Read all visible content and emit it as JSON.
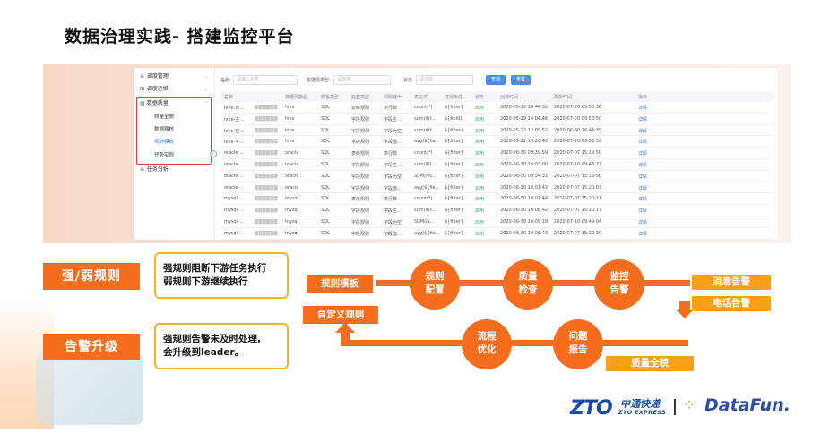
{
  "slide_title": "数据治理实践- 搭建监控平台",
  "sidebar": {
    "items": [
      {
        "label": "调度管理",
        "icon": "schedule-icon"
      },
      {
        "label": "调度运维",
        "icon": "ops-icon"
      },
      {
        "label": "数据质量",
        "icon": "quality-icon"
      },
      {
        "label": "任务分析",
        "icon": "analysis-icon"
      }
    ],
    "sub_items": [
      "质量全貌",
      "数据稽核",
      "规则模板",
      "任务实例"
    ],
    "active_sub": "规则模板"
  },
  "filters": {
    "name_label": "名称:",
    "name_placeholder": "请输入名称",
    "dbtype_label": "数据源类型:",
    "dbtype_placeholder": "请选择",
    "status_label": "状态:",
    "status_placeholder": "请选择",
    "query_label": "查询",
    "reset_label": "重置"
  },
  "table": {
    "headers": [
      "名称",
      "",
      "数据源类型",
      "模板类型",
      "检查类型",
      "规则输出",
      "表达式",
      "过滤条件",
      "状态",
      "创建时间",
      "更新时间",
      "操作"
    ],
    "rows": [
      [
        "hive-表...",
        "██████",
        "hive",
        "SQL",
        "表级规则",
        "表行数",
        "count(*)",
        "${filter}",
        "启用",
        "2020-05-22 10:44:32",
        "2020-07-20 09:56:36",
        "详情"
      ],
      [
        "hive-主...",
        "██████",
        "hive",
        "SQL",
        "字段规则",
        "字段主...",
        "sum(if(t...",
        "${field}",
        "启用",
        "2020-05-29 14:04:46",
        "2020-07-20 09:58:50",
        "详情"
      ],
      [
        "hive-空...",
        "██████",
        "hive",
        "SQL",
        "字段规则",
        "字段为空",
        "sum(if(t...",
        "${filter}",
        "启用",
        "2020-05-22 13:09:52",
        "2020-06-30 16:44:39",
        "详情"
      ],
      [
        "hive-平...",
        "██████",
        "hive",
        "SQL",
        "字段规则",
        "字段值...",
        "avg(${fie...",
        "${filter}",
        "启用",
        "2020-05-22 13:26:43",
        "2020-07-20 09:58:52",
        "详情"
      ],
      [
        "oracle-...",
        "██████",
        "oracle",
        "SQL",
        "表级规则",
        "表行数",
        "count(*)",
        "${filter}",
        "启用",
        "2020-06-30 09:39:59",
        "2020-07-07 15:19:50",
        "详情"
      ],
      [
        "oracle-...",
        "██████",
        "oracle",
        "SQL",
        "字段规则",
        "字段主...",
        "sum(if(t...",
        "${filter}",
        "启用",
        "2020-06-30 10:03:00",
        "2020-07-10 09:43:22",
        "详情"
      ],
      [
        "oracle-...",
        "██████",
        "oracle",
        "SQL",
        "字段规则",
        "字段为空",
        "SUM(NV...",
        "${filter}",
        "启用",
        "2020-06-30 09:54:33",
        "2020-07-07 15:19:58",
        "详情"
      ],
      [
        "oracle-...",
        "██████",
        "oracle",
        "SQL",
        "字段规则",
        "字段值...",
        "avg(${fie...",
        "${filter}",
        "启用",
        "2020-06-30 10:01:43",
        "2020-07-07 15:20:03",
        "详情"
      ],
      [
        "mysql-...",
        "██████",
        "mysql",
        "SQL",
        "表级规则",
        "表行数",
        "count(*)",
        "${filter}",
        "启用",
        "2020-06-30 10:07:44",
        "2020-07-07 15:20:11",
        "详情"
      ],
      [
        "mysql-...",
        "██████",
        "mysql",
        "SQL",
        "字段规则",
        "字段主...",
        "sum(if(t...",
        "${filter}",
        "启用",
        "2020-06-30 10:08:42",
        "2020-07-07 15:20:17",
        "详情"
      ],
      [
        "mysql-...",
        "██████",
        "mysql",
        "SQL",
        "字段规则",
        "字段为空",
        "SUM(IS...",
        "${filter}",
        "启用",
        "2020-06-30 10:09:18",
        "2020-07-10 09:49:04",
        "详情"
      ],
      [
        "mysql-...",
        "██████",
        "mysql",
        "SQL",
        "字段规则",
        "字段值...",
        "avg(${fie...",
        "${filter}",
        "启用",
        "2020-06-30 10:09:43",
        "2020-07-07 15:20:30",
        "详情"
      ]
    ]
  },
  "tags": {
    "strong_weak": "强/弱规则",
    "alert_upgrade": "告警升级"
  },
  "notes": {
    "strong_weak_line1": "强规则阻断下游任务执行",
    "strong_weak_line2": "弱规则下游继续执行",
    "alert_line1": "强规则告警未及时处理,",
    "alert_line2": "会升级到leader。"
  },
  "flow": {
    "rule_template": "规则模板",
    "custom_rule": "自定义规则",
    "circles_top": [
      {
        "line1": "规则",
        "line2": "配置"
      },
      {
        "line1": "质量",
        "line2": "检查"
      },
      {
        "line1": "监控",
        "line2": "告警"
      }
    ],
    "circles_bottom": [
      {
        "line1": "流程",
        "line2": "优化"
      },
      {
        "line1": "问题",
        "line2": "报告"
      }
    ],
    "msg_alert": "消息告警",
    "phone_alert": "电话告警",
    "quality_overview": "质量全貌"
  },
  "logos": {
    "zto_mark": "ZTO",
    "zto_cn": "中通快递",
    "zto_en": "ZTO EXPRESS",
    "datafun": "DataFun."
  },
  "colors": {
    "orange": "#f76d1e",
    "amber": "#f9a01b",
    "note_border": "#f5b327",
    "link_blue": "#3d7cf0",
    "status_green": "#36b36a"
  }
}
